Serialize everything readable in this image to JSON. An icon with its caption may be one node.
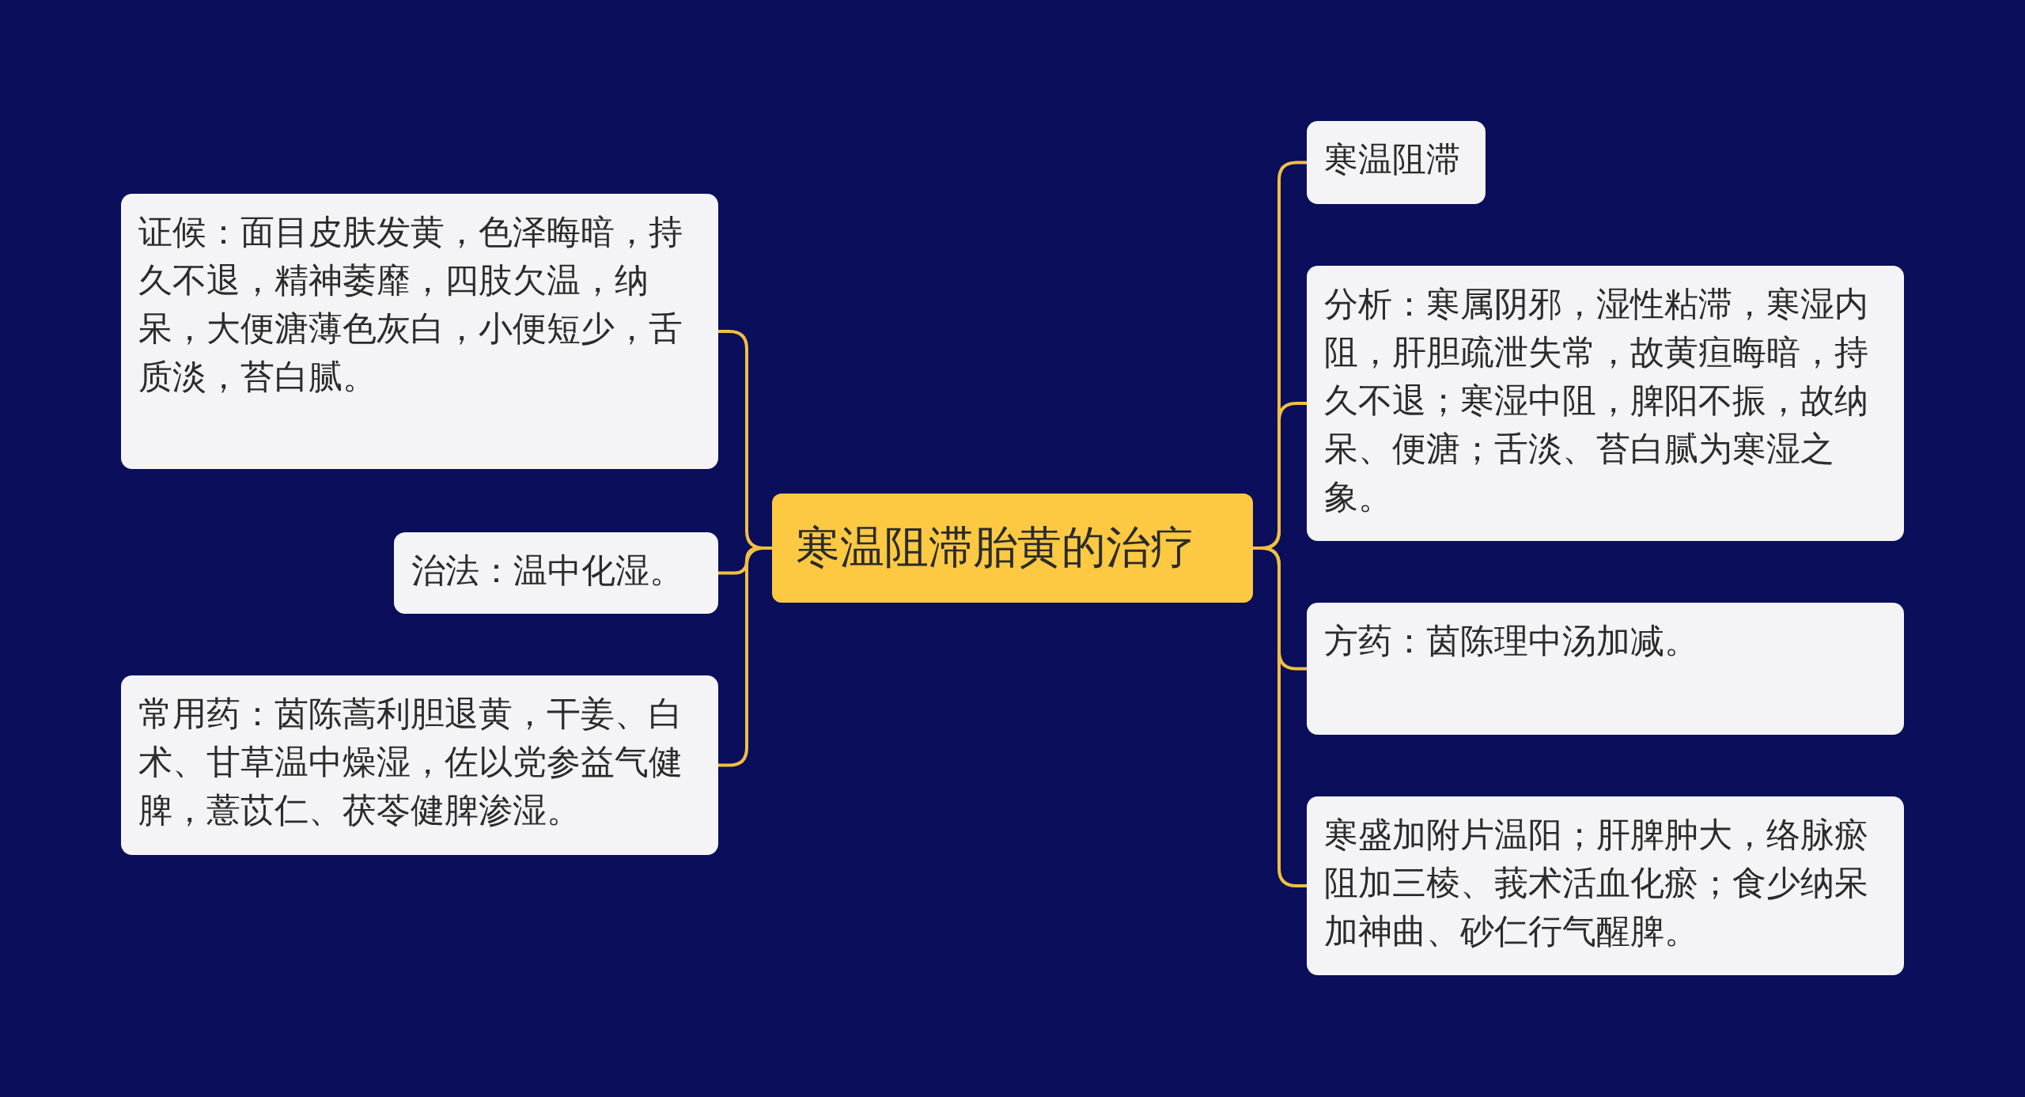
{
  "diagram": {
    "nodes": [
      {
        "text": [
          "寒温阻滞胎黄的治疗"
        ]
      },
      {
        "text": [
          "证候：面目皮肤发黄，色泽晦暗，持久不退，精神萎靡，四肢欠温，纳呆，大便溏薄色灰白，小便短少，舌质淡，苔白腻。"
        ]
      },
      {
        "text": [
          "治法：温中化湿。"
        ]
      },
      {
        "text": [
          "常用药：茵陈蒿利胆退黄，干姜、白术、甘草温中燥湿，佐以党参益气健脾，薏苡仁、茯苓健脾渗湿。"
        ]
      },
      {
        "text": [
          "寒温阻滞"
        ]
      },
      {
        "text": [
          "分析：寒属阴邪，湿性粘滞，寒湿内阻，肝胆疏泄失常，故黄疸晦暗，持久不退；寒湿中阻，脾阳不振，故纳呆、便溏；舌淡、苔白腻为寒湿之象。"
        ]
      },
      {
        "text": [
          "方药：茵陈理中汤加减。"
        ]
      },
      {
        "text": [
          "寒盛加附片温阳；肝脾肿大，络脉瘀阻加三棱、莪术活血化瘀；食少纳呆加神曲、砂仁行气醒脾。"
        ]
      }
    ],
    "edges": [
      {
        "from": 0,
        "to": 1,
        "arrow": "none"
      },
      {
        "from": 0,
        "to": 2,
        "arrow": "none"
      },
      {
        "from": 0,
        "to": 3,
        "arrow": "none"
      },
      {
        "from": 0,
        "to": 4,
        "arrow": "none"
      },
      {
        "from": 0,
        "to": 5,
        "arrow": "none"
      },
      {
        "from": 0,
        "to": 6,
        "arrow": "none"
      },
      {
        "from": 0,
        "to": 7,
        "arrow": "none"
      }
    ]
  }
}
